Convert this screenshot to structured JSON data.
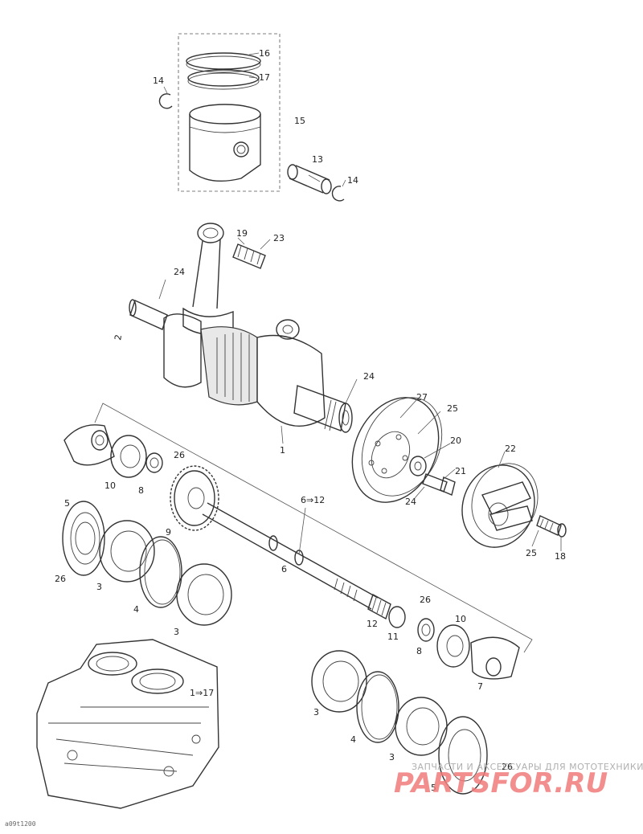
{
  "callouts": {
    "c16": "16",
    "c17": "17",
    "c14a": "14",
    "c15": "15",
    "c13": "13",
    "c14b": "14",
    "c19": "19",
    "c23": "23",
    "c24a": "24",
    "c2": "2",
    "c24b": "24",
    "c1": "1",
    "c27": "27",
    "c25a": "25",
    "c20": "20",
    "c21": "21",
    "c22": "22",
    "c24c": "24",
    "c25b": "25",
    "c18": "18",
    "c10a": "10",
    "c8a": "8",
    "c26a": "26",
    "c9": "9",
    "c6to12": "6⇒12",
    "c5a": "5",
    "c26b": "26",
    "c3a": "3",
    "c4a": "4",
    "c3b": "3",
    "c6": "6",
    "c26c": "26",
    "c12": "12",
    "c11": "11",
    "c10b": "10",
    "c8b": "8",
    "c7": "7",
    "c1to17": "1⇒17",
    "c3c": "3",
    "c4b": "4",
    "c3d": "3",
    "c5b": "5",
    "c26d": "26"
  },
  "watermark": {
    "line1": "ЗАПЧАСТИ И АКСЕССУАРЫ ДЛЯ МОТОТЕХНИКИ",
    "line2": "PARTSFOR.RU"
  },
  "colors": {
    "line": "#333333",
    "watermark_text": "#b0b0b0",
    "watermark_logo": "#f07b7b"
  },
  "reference_code": "a09t1200"
}
